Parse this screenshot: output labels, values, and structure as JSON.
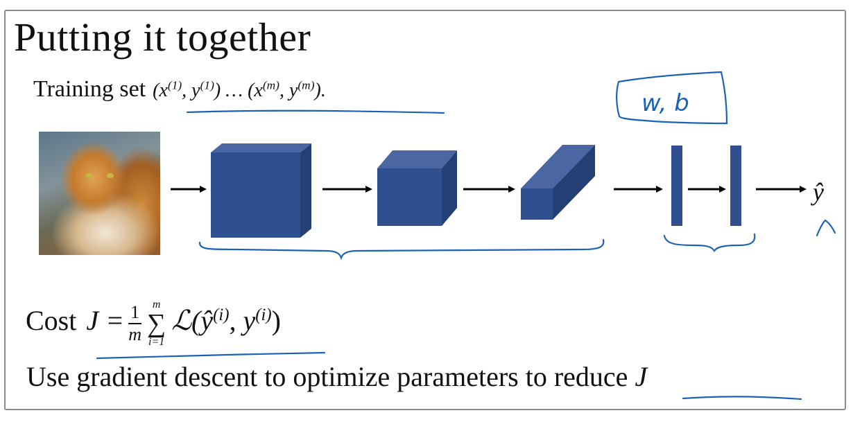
{
  "slide": {
    "title": "Putting it together",
    "training_label": "Training set",
    "training_math": {
      "open1": "(x",
      "sup1": "(1)",
      "mid1": ", y",
      "sup2": "(1)",
      "close1": ")",
      "ellipsis": " … ",
      "open2": "(x",
      "sup3": "(m)",
      "mid2": ", y",
      "sup4": "(m)",
      "close2": ")."
    },
    "annotation_wb": "w, b",
    "output_symbol": "ŷ",
    "cost": {
      "label": "Cost",
      "lhs": "J =",
      "frac_num": "1",
      "frac_den": "m",
      "sum_top": "m",
      "sum_symbol": "∑",
      "sum_bottom": "i=1",
      "loss_open": "ℒ(ŷ",
      "sup_a": "(i)",
      "loss_mid": ", y",
      "sup_b": "(i)",
      "loss_close": ")"
    },
    "use_line": {
      "prefix": "Use gradient descent to optimize parameters to ",
      "reduce": "reduce",
      "var": "J"
    }
  },
  "colors": {
    "block_front": "#2f4f8f",
    "block_top": "#4a66a3",
    "block_side": "#243f74",
    "ink": "#1a62b5",
    "arrow": "#000000"
  }
}
